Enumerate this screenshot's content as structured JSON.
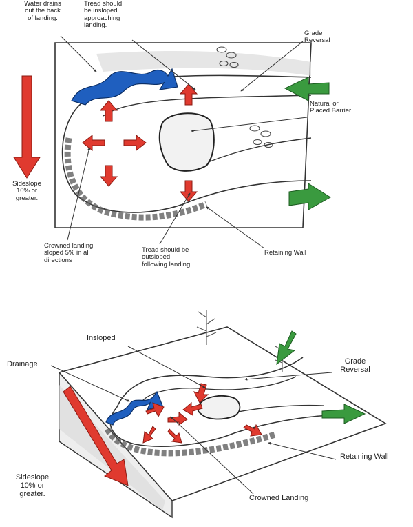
{
  "top_figure": {
    "labels": {
      "water_drains": "Water drains\nout the back\nof landing.",
      "tread_insloped": "Tread should\nbe insloped\napproaching\nlanding.",
      "grade_reversal": "Grade\nReversal",
      "natural_barrier": "Natural or\nPlaced Barrier.",
      "sideslope": "Sideslope\n10% or\ngreater.",
      "crowned_landing": "Crowned landing\nsloped 5% in all\ndirections",
      "tread_outsloped": "Tread should be\noutsloped\nfollowing landing.",
      "retaining_wall": "Retaining Wall"
    }
  },
  "bottom_figure": {
    "labels": {
      "insloped": "Insloped",
      "drainage": "Drainage",
      "grade_reversal": "Grade\nReversal",
      "retaining_wall": "Retaining Wall",
      "sideslope": "Sideslope\n10% or\ngreater.",
      "crowned_landing": "Crowned Landing"
    }
  },
  "colors": {
    "drain_arrow": "#1f5fbf",
    "slope_arrow": "#e03a2f",
    "trail_arrow": "#3a9a3f",
    "line": "#333333"
  }
}
